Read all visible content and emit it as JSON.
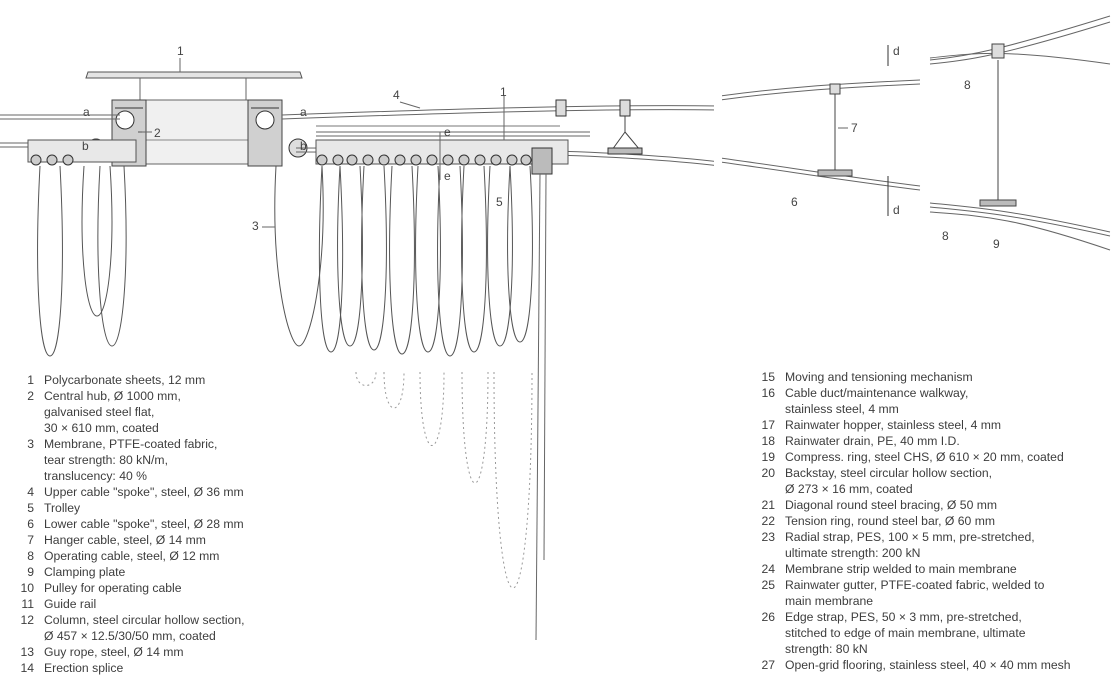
{
  "callouts": {
    "c1_roof": "1",
    "c1_spoke": "1",
    "c2": "2",
    "c3": "3",
    "c4": "4",
    "c5": "5",
    "c6": "6",
    "c7": "7",
    "c8_top": "8",
    "c8_bottom": "8",
    "c9": "9",
    "a_left": "a",
    "a_right": "a",
    "b_left": "b",
    "b_right": "b",
    "e_top": "e",
    "e_bottom": "e",
    "d_top": "d",
    "d_bottom": "d"
  },
  "legend_left": [
    {
      "n": "1",
      "t": "Polycarbonate sheets, 12 mm"
    },
    {
      "n": "2",
      "t": "Central hub, Ø 1000 mm,\ngalvanised steel flat,\n30 × 610 mm, coated"
    },
    {
      "n": "3",
      "t": "Membrane, PTFE-coated fabric,\ntear strength: 80 kN/m,\ntranslucency: 40 %"
    },
    {
      "n": "4",
      "t": "Upper cable \"spoke\", steel, Ø 36 mm"
    },
    {
      "n": "5",
      "t": "Trolley"
    },
    {
      "n": "6",
      "t": "Lower cable \"spoke\", steel, Ø 28 mm"
    },
    {
      "n": "7",
      "t": "Hanger cable, steel, Ø 14 mm"
    },
    {
      "n": "8",
      "t": "Operating cable, steel, Ø 12 mm"
    },
    {
      "n": "9",
      "t": "Clamping plate"
    },
    {
      "n": "10",
      "t": "Pulley for operating cable"
    },
    {
      "n": "11",
      "t": "Guide rail"
    },
    {
      "n": "12",
      "t": "Column, steel circular hollow section,\nØ 457 × 12.5/30/50 mm, coated"
    },
    {
      "n": "13",
      "t": "Guy rope, steel, Ø 14 mm"
    },
    {
      "n": "14",
      "t": "Erection splice"
    }
  ],
  "legend_right": [
    {
      "n": "15",
      "t": "Moving and tensioning mechanism"
    },
    {
      "n": "16",
      "t": "Cable duct/maintenance walkway,\nstainless steel, 4 mm"
    },
    {
      "n": "17",
      "t": "Rainwater hopper, stainless steel, 4 mm"
    },
    {
      "n": "18",
      "t": "Rainwater drain, PE, 40 mm I.D."
    },
    {
      "n": "19",
      "t": "Compress. ring, steel CHS, Ø 610 × 20 mm, coated"
    },
    {
      "n": "20",
      "t": "Backstay, steel circular hollow section,\nØ 273 × 16 mm, coated"
    },
    {
      "n": "21",
      "t": "Diagonal round steel bracing, Ø 50 mm"
    },
    {
      "n": "22",
      "t": "Tension ring, round steel bar, Ø 60 mm"
    },
    {
      "n": "23",
      "t": "Radial strap, PES, 100 × 5 mm, pre-stretched,\nultimate strength: 200 kN"
    },
    {
      "n": "24",
      "t": "Membrane strip welded to main membrane"
    },
    {
      "n": "25",
      "t": "Rainwater gutter, PTFE-coated fabric, welded to\nmain membrane"
    },
    {
      "n": "26",
      "t": "Edge strap, PES, 50 × 3 mm, pre-stretched,\nstitched to edge of main membrane, ultimate\nstrength: 80 kN"
    },
    {
      "n": "27",
      "t": "Open-grid flooring, stainless steel, 40 × 40 mm mesh"
    }
  ]
}
